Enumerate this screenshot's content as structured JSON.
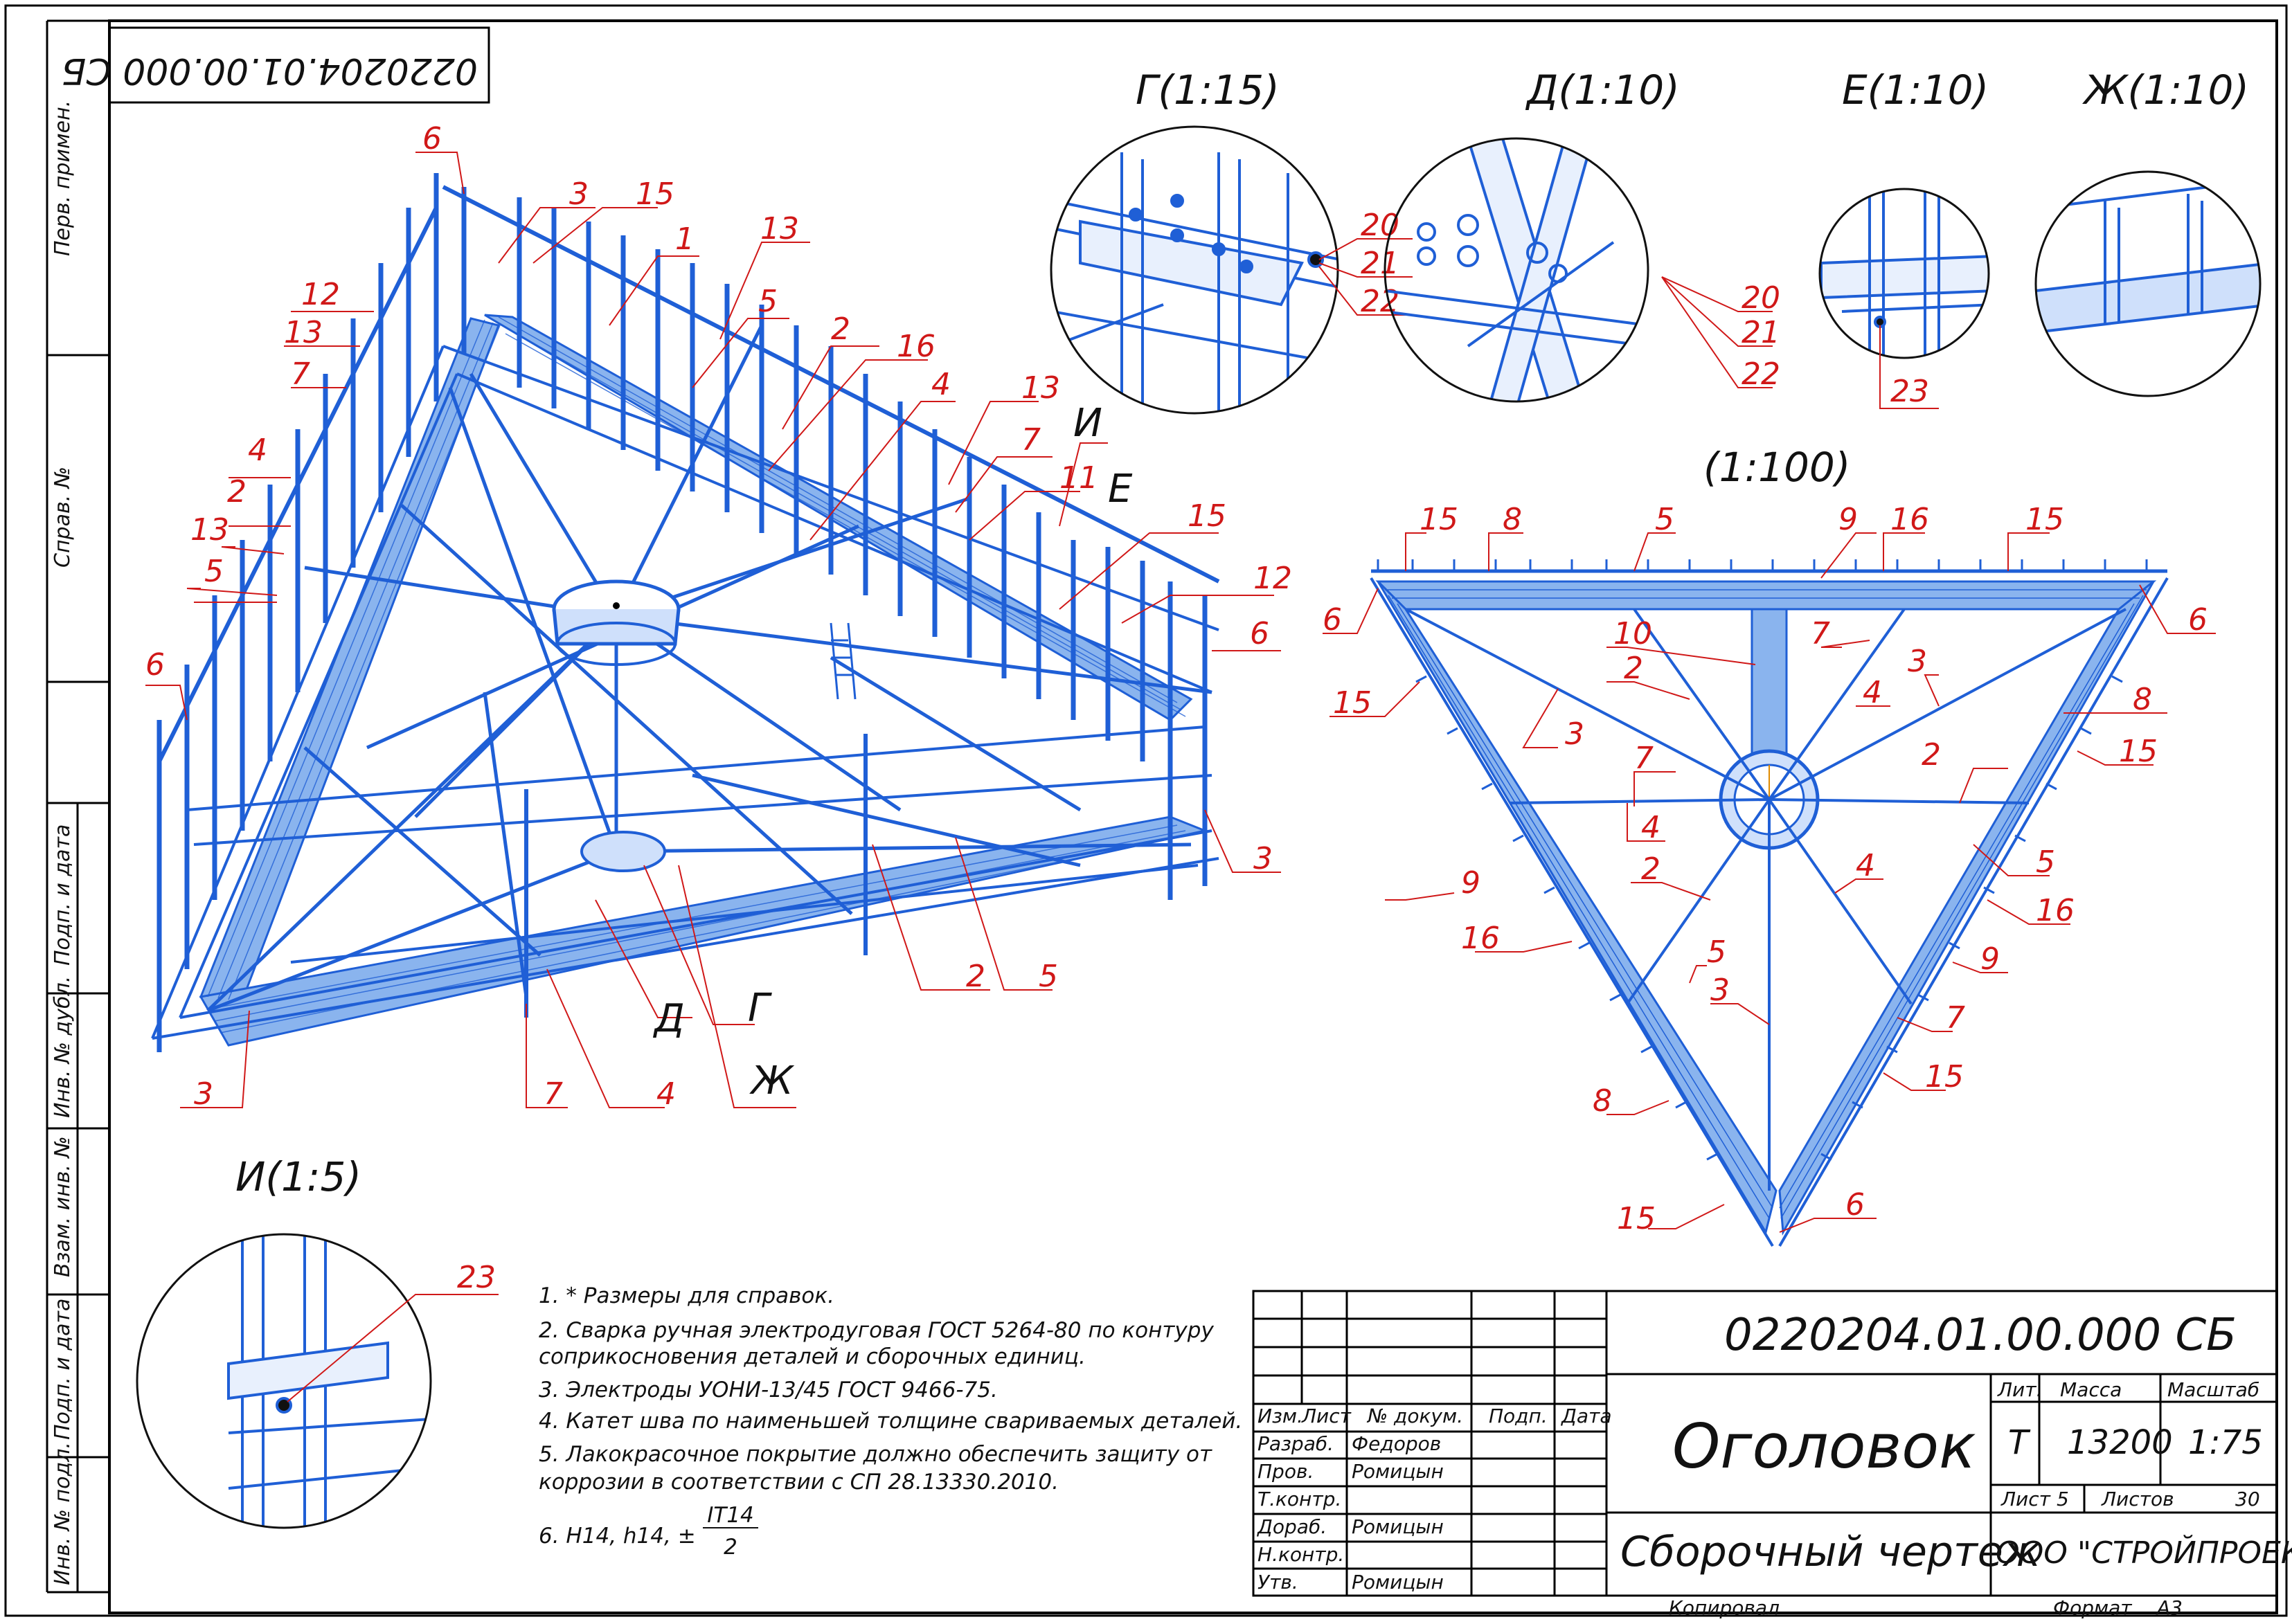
{
  "stamp_rotated": "0220204.01.00.000 СБ",
  "side": {
    "perv_primen": "Перв. примен.",
    "sprav_no": "Справ. №",
    "podp_data_1": "Подп. и дата",
    "inv_dubl": "Инв. № дубл.",
    "vzam_inv": "Взам. инв. №",
    "podp_data_2": "Подп. и дата",
    "inv_podl": "Инв. № подл."
  },
  "views": {
    "g": "Г(1:15)",
    "d": "Д(1:10)",
    "e": "Е(1:10)",
    "zh": "Ж(1:10)",
    "plan": "(1:100)",
    "i": "И(1:5)"
  },
  "section_letters": {
    "i": "И",
    "e": "Е",
    "d": "Д",
    "g": "Г",
    "zh": "Ж"
  },
  "notes": {
    "n1": "1.  * Размеры для справок.",
    "n2a": "2.  Сварка ручная электродуговая ГОСТ 5264-80 по контуру",
    "n2b": "соприкосновения деталей и сборочных единиц.",
    "n3": "3.  Электроды УОНИ-13/45 ГОСТ 9466-75.",
    "n4": "4.  Катет шва по наименьшей толщине  свариваемых деталей.",
    "n5a": "5.  Лакокрасочное покрытие должно обеспечить защиту от",
    "n5b": "коррозии в соответствии с СП 28.13330.2010.",
    "n6": "6.  H14, h14, ±",
    "n6_num": "IT14",
    "n6_den": "2"
  },
  "title_block": {
    "doc_code": "0220204.01.00.000 СБ",
    "name": "Оголовок",
    "doc_type": "Сборочный чертеж",
    "org": "ООО \"СТРОЙПРОЕКТ\"",
    "hdr": {
      "izm": "Изм.",
      "list": "Лист",
      "doc": "№ докум.",
      "podp": "Подп.",
      "data": "Дата"
    },
    "rows": [
      {
        "role": "Разраб.",
        "name": "Федоров"
      },
      {
        "role": "Пров.",
        "name": "Ромицын"
      },
      {
        "role": "Т.контр.",
        "name": ""
      },
      {
        "role": "Дораб.",
        "name": "Ромицын"
      },
      {
        "role": "Н.контр.",
        "name": ""
      },
      {
        "role": "Утв.",
        "name": "Ромицын"
      }
    ],
    "lit_label": "Лит.",
    "massa_label": "Масса",
    "masshtab_label": "Масштаб",
    "lit": "Т",
    "massa": "13200",
    "masshtab": "1:75",
    "sheet_label": "Лист",
    "sheet": "5",
    "sheets_label": "Листов",
    "sheets": "30",
    "kopiroval": "Копировал",
    "format_label": "Формат",
    "format": "А3"
  },
  "colors": {
    "line": "#1f5fd6",
    "leader": "#d01818",
    "frame": "#000000"
  }
}
